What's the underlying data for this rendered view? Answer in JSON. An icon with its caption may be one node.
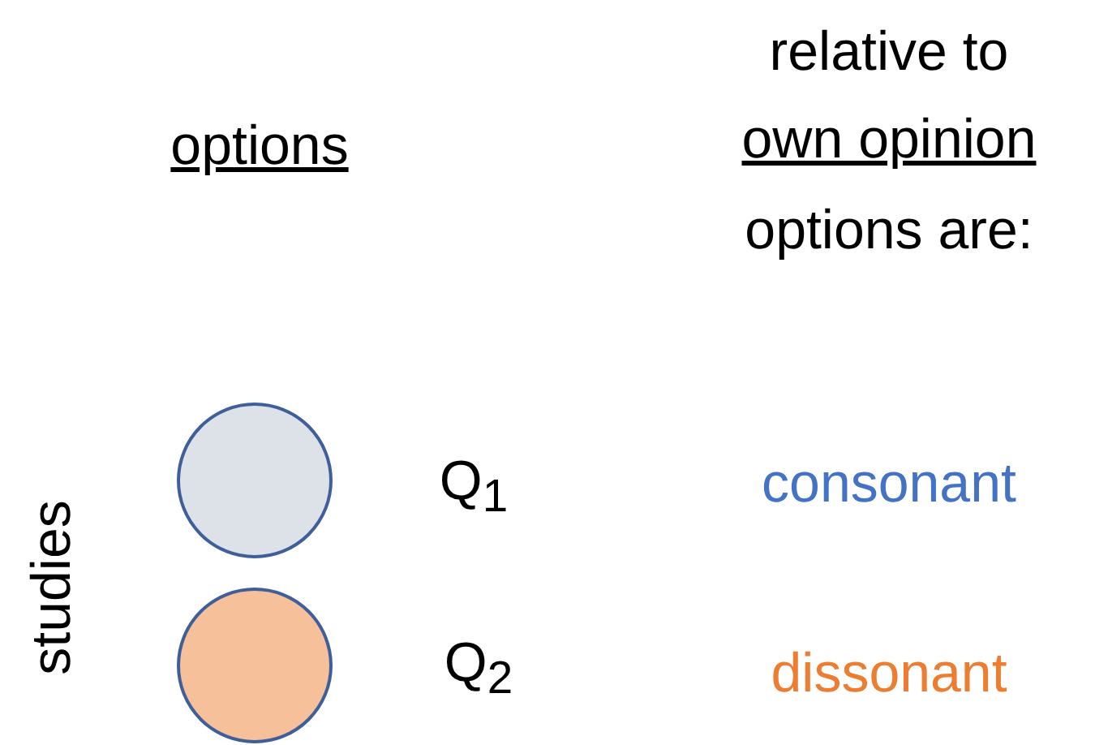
{
  "diagram": {
    "nodes": [
      {
        "text": [],
        "shape": "circle",
        "beside": [
          "Q$_{1}$"
        ]
      },
      {
        "text": [],
        "shape": "circle",
        "beside": [
          "Q$_{2}$"
        ]
      }
    ],
    "edges": [],
    "labels": [
      "relative to",
      "options",
      "own opinion",
      "options are:",
      "consonant",
      "studies",
      "dissonant"
    ]
  }
}
